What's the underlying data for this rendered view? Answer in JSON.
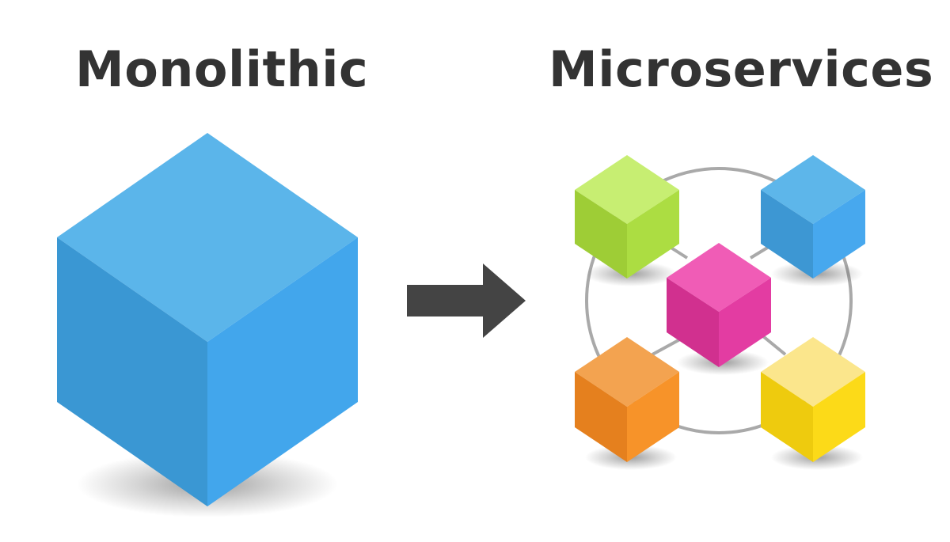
{
  "left": {
    "title": "Monolithic",
    "cube_colors": {
      "top": "#5BB5EA",
      "left": "#3A97D3",
      "right": "#42A6EC"
    }
  },
  "right": {
    "title": "Microservices",
    "connector_color": "#A9A9A9",
    "cubes": [
      {
        "name": "green",
        "top": "#C7EE72",
        "left": "#9ECD36",
        "right": "#ACDD42"
      },
      {
        "name": "blue",
        "top": "#5DB6EA",
        "left": "#3D97D3",
        "right": "#47A8EE"
      },
      {
        "name": "pink",
        "top": "#F05CB6",
        "left": "#D1308F",
        "right": "#E33CA2"
      },
      {
        "name": "orange",
        "top": "#F3A350",
        "left": "#E5801E",
        "right": "#F79329"
      },
      {
        "name": "yellow",
        "top": "#FBE68C",
        "left": "#EECB0E",
        "right": "#FCDA18"
      }
    ]
  },
  "arrow": {
    "color": "#444444",
    "direction": "right"
  }
}
